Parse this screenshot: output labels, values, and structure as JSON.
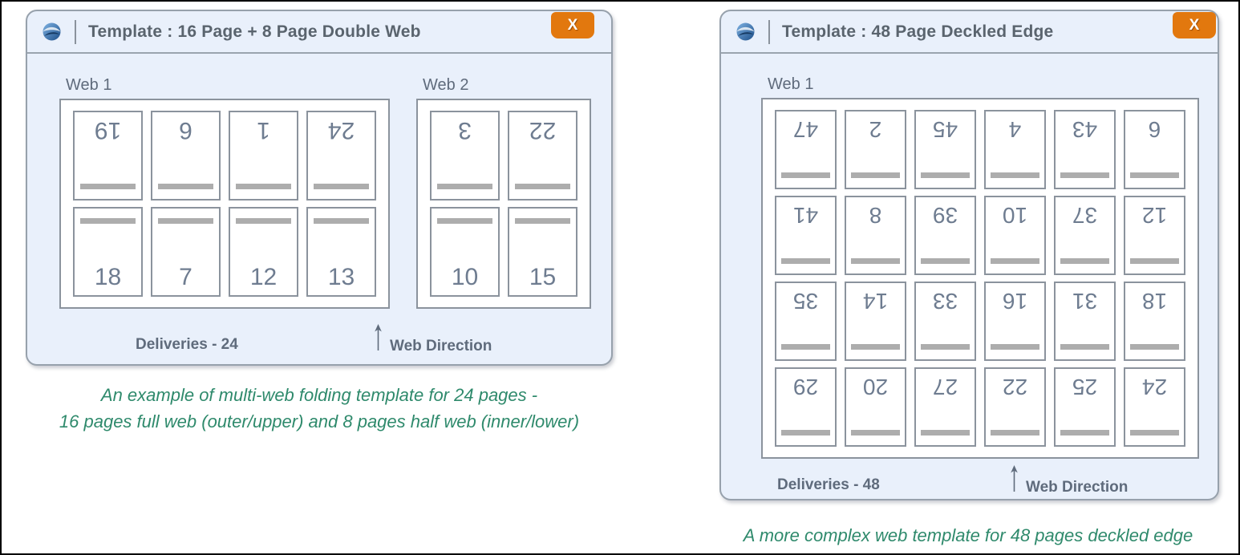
{
  "windows": [
    {
      "title": "Template : 16 Page + 8 Page Double Web",
      "close_label": "X",
      "logo_icon": "blue-sphere-logo",
      "webs": [
        {
          "label": "Web 1",
          "columns": 4,
          "rows": [
            {
              "orientation": "rotated",
              "pages": [
                "19",
                "6",
                "1",
                "24"
              ]
            },
            {
              "orientation": "upright",
              "pages": [
                "18",
                "7",
                "12",
                "13"
              ]
            }
          ]
        },
        {
          "label": "Web 2",
          "columns": 2,
          "rows": [
            {
              "orientation": "rotated",
              "pages": [
                "3",
                "22"
              ]
            },
            {
              "orientation": "upright",
              "pages": [
                "10",
                "15"
              ]
            }
          ]
        }
      ],
      "deliveries_label": "Deliveries - 24",
      "web_direction_label": "Web Direction",
      "caption_lines": [
        "An example of multi-web folding template for 24 pages -",
        "16 pages full web (outer/upper) and 8 pages half web (inner/lower)"
      ]
    },
    {
      "title": "Template : 48 Page Deckled Edge",
      "close_label": "X",
      "logo_icon": "blue-sphere-logo",
      "webs": [
        {
          "label": "Web 1",
          "columns": 6,
          "rows": [
            {
              "orientation": "rotated",
              "pages": [
                "47",
                "2",
                "45",
                "4",
                "43",
                "6"
              ]
            },
            {
              "orientation": "rotated",
              "pages": [
                "41",
                "8",
                "39",
                "10",
                "37",
                "12"
              ]
            },
            {
              "orientation": "rotated",
              "pages": [
                "35",
                "14",
                "33",
                "16",
                "31",
                "18"
              ]
            },
            {
              "orientation": "rotated",
              "pages": [
                "29",
                "20",
                "27",
                "22",
                "25",
                "24"
              ]
            }
          ]
        }
      ],
      "deliveries_label": "Deliveries - 48",
      "web_direction_label": "Web Direction",
      "caption_lines": [
        "A more complex web template for 48 pages deckled edge"
      ]
    }
  ],
  "colors": {
    "window_bg": "#e9f0fb",
    "window_border": "#97a1ac",
    "title_text": "#5a646e",
    "page_number": "#6e7c90",
    "card_border": "#8b939d",
    "spine_bar": "#adadad",
    "close_button_bg": "#e2780e",
    "close_button_text": "#ffffff",
    "caption_text": "#2f8a6c"
  }
}
